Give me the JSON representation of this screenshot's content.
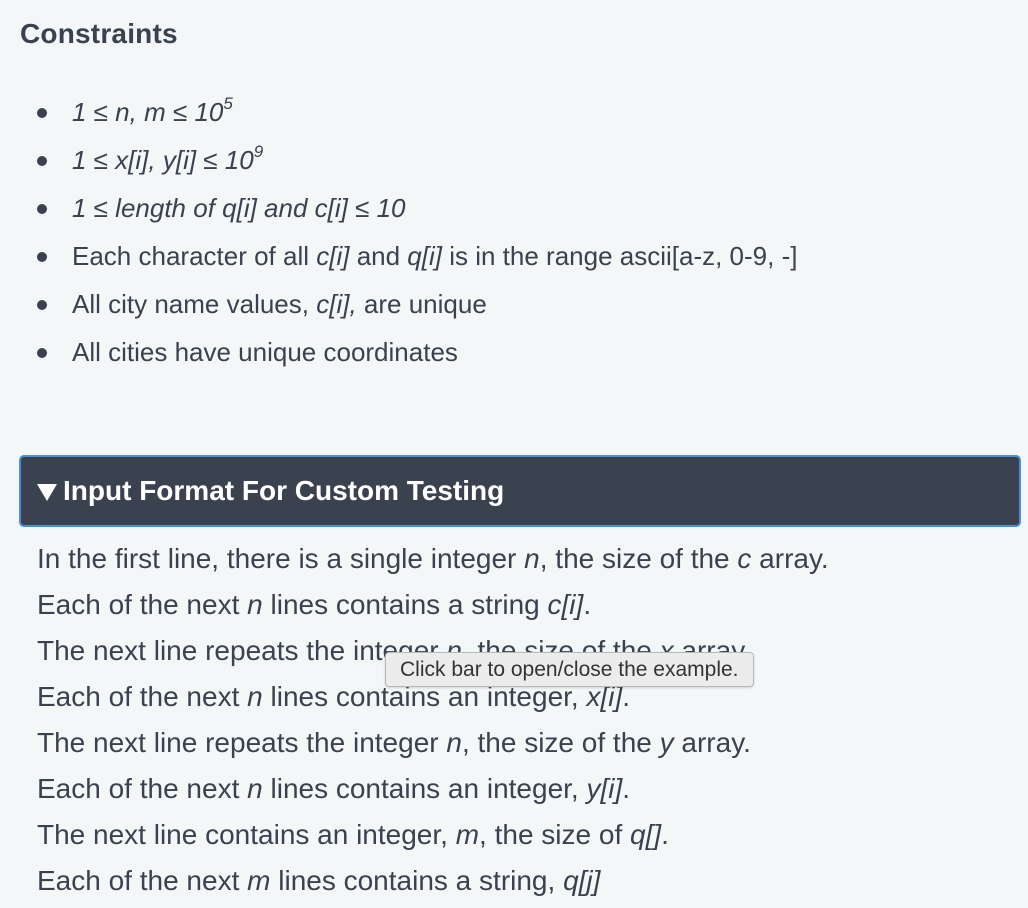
{
  "constraints": {
    "title": "Constraints",
    "items": [
      {
        "pre": "",
        "math": "1 ≤ n, m ≤ 10",
        "sup": "5",
        "post": ""
      },
      {
        "pre": "",
        "math": "1 ≤ x[i], y[i] ≤ 10",
        "sup": "9",
        "post": ""
      },
      {
        "pre": "",
        "math": "1 ≤ length of q[i] and c[i]  ≤ 10",
        "sup": "",
        "post": ""
      },
      {
        "text_parts": [
          "Each character of all ",
          "c[i]",
          " and ",
          "q[i]",
          " is in the range ascii[a-z, 0-9, -]"
        ]
      },
      {
        "text_parts": [
          "All city name values, ",
          "c[i],",
          " are unique"
        ]
      },
      {
        "text_parts": [
          "All cities have unique coordinates"
        ]
      }
    ]
  },
  "input_format": {
    "toggle_label": "Input Format For Custom Testing",
    "tooltip": "Click bar to open/close the example.",
    "lines": [
      [
        "In the first line, there is a single integer ",
        "n",
        ", the size of the ",
        "c",
        " array."
      ],
      [
        "Each of the next ",
        "n",
        " lines contains a string ",
        "c[i]",
        "."
      ],
      [
        "The next line repeats the integer ",
        "n",
        ", the size of the ",
        "x",
        " array."
      ],
      [
        "Each of the next ",
        "n",
        " lines contains an integer, ",
        "x[i]",
        "."
      ],
      [
        "The next line repeats the integer ",
        "n",
        ", the size of the ",
        "y",
        " array."
      ],
      [
        "Each of the next ",
        "n",
        " lines contains an integer, ",
        "y[i]",
        "."
      ],
      [
        "The next line contains an integer, ",
        "m",
        ", the size of ",
        "q[]",
        "."
      ],
      [
        "Each of the next ",
        "m",
        " lines contains a string, ",
        "q[j]",
        ""
      ]
    ]
  }
}
